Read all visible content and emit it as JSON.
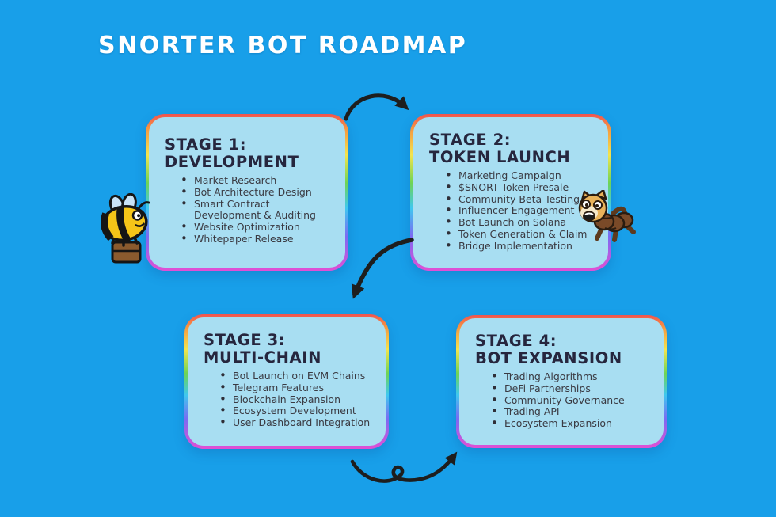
{
  "title": "SNORTER BOT ROADMAP",
  "stages": [
    {
      "title_line1": "STAGE 1:",
      "title_line2": "DEVELOPMENT",
      "items": [
        "Market Research",
        "Bot Architecture Design",
        "Smart Contract Development & Auditing",
        "Website Optimization",
        "Whitepaper Release"
      ]
    },
    {
      "title_line1": "STAGE 2:",
      "title_line2": "TOKEN LAUNCH",
      "items": [
        "Marketing Campaign",
        "$SNORT Token Presale",
        "Community Beta Testing",
        "Influencer Engagement",
        "Bot Launch on Solana",
        "Token Generation & Claim",
        "Bridge Implementation"
      ]
    },
    {
      "title_line1": "STAGE 3:",
      "title_line2": "MULTI-CHAIN",
      "items": [
        "Bot Launch on EVM Chains",
        "Telegram Features",
        "Blockchain Expansion",
        "Ecosystem Development",
        "User Dashboard Integration"
      ]
    },
    {
      "title_line1": "STAGE 4:",
      "title_line2": "BOT EXPANSION",
      "items": [
        "Trading Algorithms",
        "DeFi Partnerships",
        "Community Governance",
        "Trading API",
        "Ecosystem Expansion"
      ]
    }
  ],
  "mascots": [
    {
      "name": "bee-with-briefcase"
    },
    {
      "name": "doge-anteater"
    }
  ],
  "colors": {
    "background": "#189fe9",
    "card_fill": "#a8def2",
    "title_text": "#ffffff",
    "header_text": "#26263e",
    "body_text": "#3a3a42",
    "arrow": "#1e1e1e",
    "rainbow_border": [
      "#f2544f",
      "#f59b40",
      "#f3e44e",
      "#6fd455",
      "#3fc8ef",
      "#7b6bf2",
      "#e24fd4"
    ]
  }
}
